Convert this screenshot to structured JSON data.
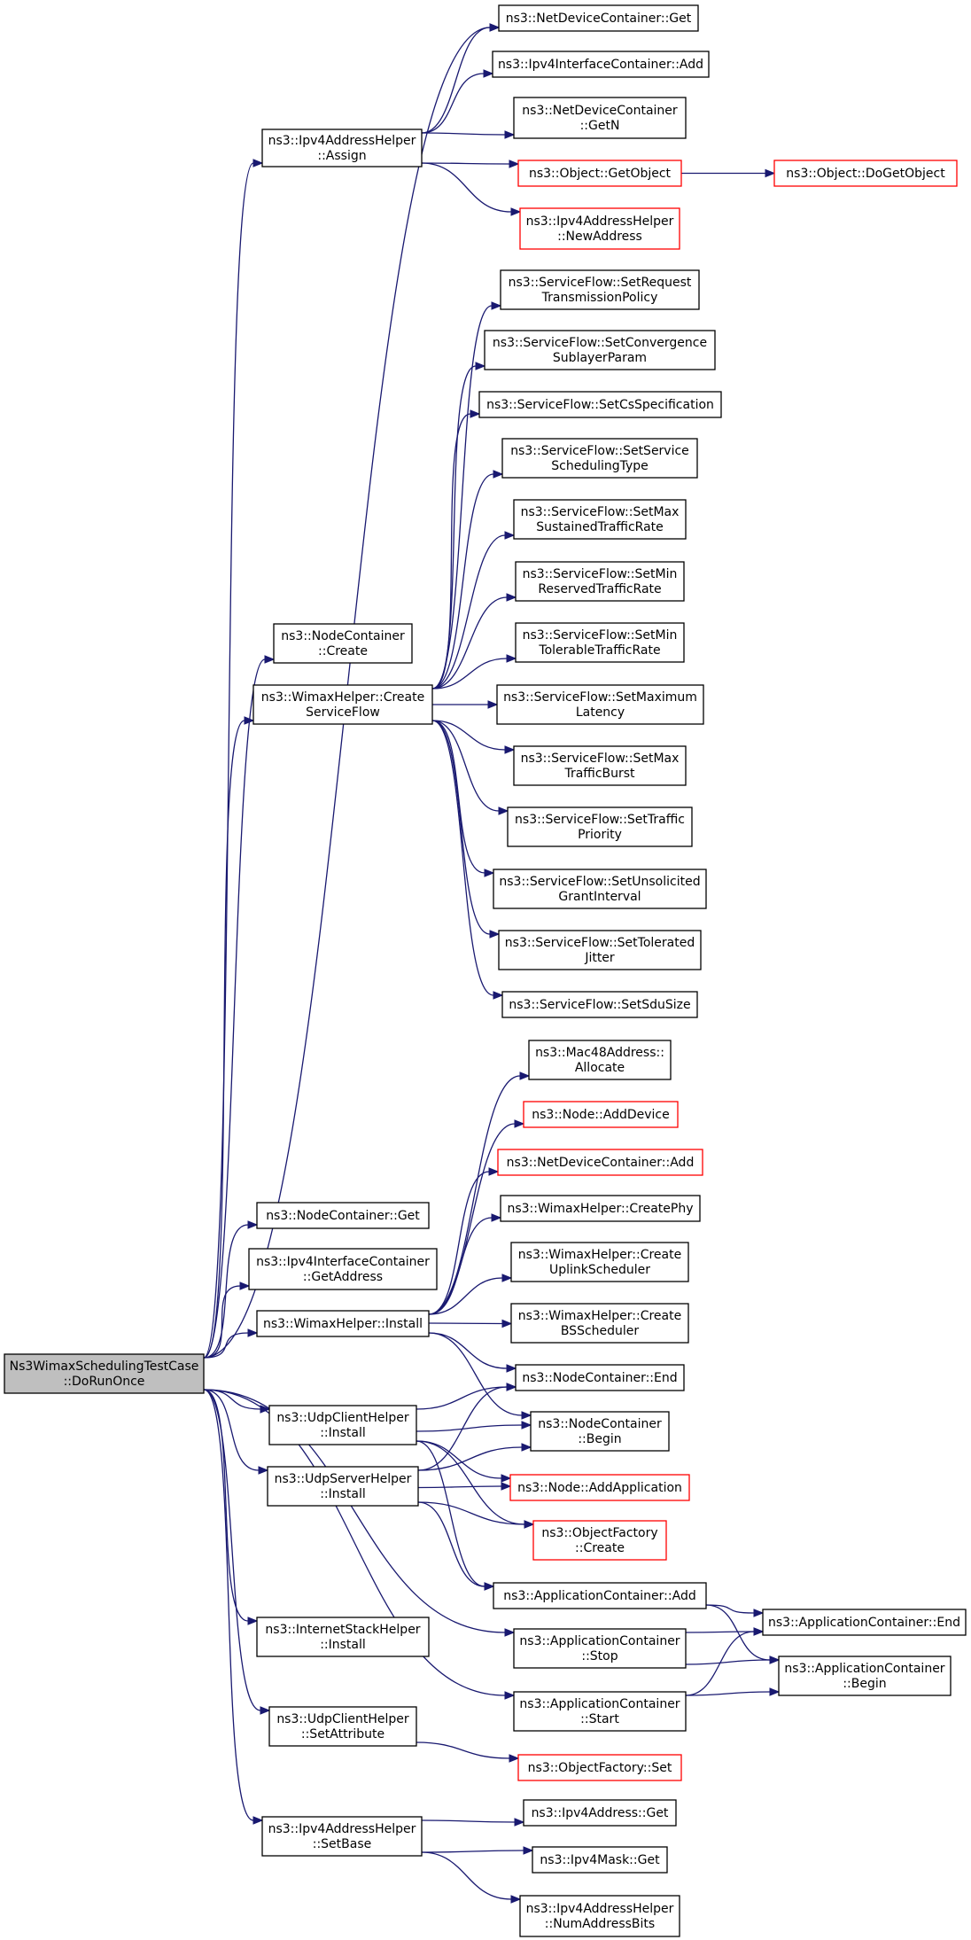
{
  "colors": {
    "edge": "#191970",
    "root_fill": "#bfbfbf",
    "red_border": "#ff0000",
    "black_border": "#000000"
  },
  "nodes": [
    {
      "id": "root",
      "lines": [
        "Ns3WimaxSchedulingTestCase",
        "::DoRunOnce"
      ],
      "style": "root"
    },
    {
      "id": "ndc_get",
      "lines": [
        "ns3::NetDeviceContainer::Get"
      ],
      "style": "normal"
    },
    {
      "id": "ipv4ic_add",
      "lines": [
        "ns3::Ipv4InterfaceContainer::Add"
      ],
      "style": "normal"
    },
    {
      "id": "ndc_getn",
      "lines": [
        "ns3::NetDeviceContainer",
        "::GetN"
      ],
      "style": "normal"
    },
    {
      "id": "obj_getobject",
      "lines": [
        "ns3::Object::GetObject"
      ],
      "style": "red"
    },
    {
      "id": "obj_dogetobject",
      "lines": [
        "ns3::Object::DoGetObject"
      ],
      "style": "red"
    },
    {
      "id": "ipv4ah_newaddress",
      "lines": [
        "ns3::Ipv4AddressHelper",
        "::NewAddress"
      ],
      "style": "red"
    },
    {
      "id": "ipv4ah_assign",
      "lines": [
        "ns3::Ipv4AddressHelper",
        "::Assign"
      ],
      "style": "normal"
    },
    {
      "id": "sf_setrequest",
      "lines": [
        "ns3::ServiceFlow::SetRequest",
        "TransmissionPolicy"
      ],
      "style": "normal"
    },
    {
      "id": "sf_setconvergence",
      "lines": [
        "ns3::ServiceFlow::SetConvergence",
        "SublayerParam"
      ],
      "style": "normal"
    },
    {
      "id": "sf_setcsspec",
      "lines": [
        "ns3::ServiceFlow::SetCsSpecification"
      ],
      "style": "normal"
    },
    {
      "id": "sf_setservice",
      "lines": [
        "ns3::ServiceFlow::SetService",
        "SchedulingType"
      ],
      "style": "normal"
    },
    {
      "id": "sf_setmaxsustained",
      "lines": [
        "ns3::ServiceFlow::SetMax",
        "SustainedTrafficRate"
      ],
      "style": "normal"
    },
    {
      "id": "sf_setminreserved",
      "lines": [
        "ns3::ServiceFlow::SetMin",
        "ReservedTrafficRate"
      ],
      "style": "normal"
    },
    {
      "id": "sf_setmintolerable",
      "lines": [
        "ns3::ServiceFlow::SetMin",
        "TolerableTrafficRate"
      ],
      "style": "normal"
    },
    {
      "id": "sf_setmaxlatency",
      "lines": [
        "ns3::ServiceFlow::SetMaximum",
        "Latency"
      ],
      "style": "normal"
    },
    {
      "id": "sf_setmaxburst",
      "lines": [
        "ns3::ServiceFlow::SetMax",
        "TrafficBurst"
      ],
      "style": "normal"
    },
    {
      "id": "sf_settrafficpriority",
      "lines": [
        "ns3::ServiceFlow::SetTraffic",
        "Priority"
      ],
      "style": "normal"
    },
    {
      "id": "sf_setunsolicited",
      "lines": [
        "ns3::ServiceFlow::SetUnsolicited",
        "GrantInterval"
      ],
      "style": "normal"
    },
    {
      "id": "sf_settolerated",
      "lines": [
        "ns3::ServiceFlow::SetTolerated",
        "Jitter"
      ],
      "style": "normal"
    },
    {
      "id": "sf_setsdusize",
      "lines": [
        "ns3::ServiceFlow::SetSduSize"
      ],
      "style": "normal"
    },
    {
      "id": "nc_create",
      "lines": [
        "ns3::NodeContainer",
        "::Create"
      ],
      "style": "normal"
    },
    {
      "id": "wh_createserviceflow",
      "lines": [
        "ns3::WimaxHelper::Create",
        "ServiceFlow"
      ],
      "style": "normal"
    },
    {
      "id": "mac48_allocate",
      "lines": [
        "ns3::Mac48Address::",
        "Allocate"
      ],
      "style": "normal"
    },
    {
      "id": "node_adddevice",
      "lines": [
        "ns3::Node::AddDevice"
      ],
      "style": "red"
    },
    {
      "id": "ndc_add",
      "lines": [
        "ns3::NetDeviceContainer::Add"
      ],
      "style": "red"
    },
    {
      "id": "wh_createphy",
      "lines": [
        "ns3::WimaxHelper::CreatePhy"
      ],
      "style": "normal"
    },
    {
      "id": "wh_createuplink",
      "lines": [
        "ns3::WimaxHelper::Create",
        "UplinkScheduler"
      ],
      "style": "normal"
    },
    {
      "id": "wh_createbs",
      "lines": [
        "ns3::WimaxHelper::Create",
        "BSScheduler"
      ],
      "style": "normal"
    },
    {
      "id": "nc_get",
      "lines": [
        "ns3::NodeContainer::Get"
      ],
      "style": "normal"
    },
    {
      "id": "ipv4ic_getaddress",
      "lines": [
        "ns3::Ipv4InterfaceContainer",
        "::GetAddress"
      ],
      "style": "normal"
    },
    {
      "id": "wh_install",
      "lines": [
        "ns3::WimaxHelper::Install"
      ],
      "style": "normal"
    },
    {
      "id": "nc_end",
      "lines": [
        "ns3::NodeContainer::End"
      ],
      "style": "normal"
    },
    {
      "id": "nc_begin",
      "lines": [
        "ns3::NodeContainer",
        "::Begin"
      ],
      "style": "normal"
    },
    {
      "id": "node_addapplication",
      "lines": [
        "ns3::Node::AddApplication"
      ],
      "style": "red"
    },
    {
      "id": "of_create",
      "lines": [
        "ns3::ObjectFactory",
        "::Create"
      ],
      "style": "red"
    },
    {
      "id": "uch_install",
      "lines": [
        "ns3::UdpClientHelper",
        "::Install"
      ],
      "style": "normal"
    },
    {
      "id": "ush_install",
      "lines": [
        "ns3::UdpServerHelper",
        "::Install"
      ],
      "style": "normal"
    },
    {
      "id": "ac_add",
      "lines": [
        "ns3::ApplicationContainer::Add"
      ],
      "style": "normal"
    },
    {
      "id": "ac_end",
      "lines": [
        "ns3::ApplicationContainer::End"
      ],
      "style": "normal"
    },
    {
      "id": "ac_begin",
      "lines": [
        "ns3::ApplicationContainer",
        "::Begin"
      ],
      "style": "normal"
    },
    {
      "id": "ac_stop",
      "lines": [
        "ns3::ApplicationContainer",
        "::Stop"
      ],
      "style": "normal"
    },
    {
      "id": "ac_start",
      "lines": [
        "ns3::ApplicationContainer",
        "::Start"
      ],
      "style": "normal"
    },
    {
      "id": "ish_install",
      "lines": [
        "ns3::InternetStackHelper",
        "::Install"
      ],
      "style": "normal"
    },
    {
      "id": "uch_setattribute",
      "lines": [
        "ns3::UdpClientHelper",
        "::SetAttribute"
      ],
      "style": "normal"
    },
    {
      "id": "of_set",
      "lines": [
        "ns3::ObjectFactory::Set"
      ],
      "style": "red"
    },
    {
      "id": "ipv4ah_setbase",
      "lines": [
        "ns3::Ipv4AddressHelper",
        "::SetBase"
      ],
      "style": "normal"
    },
    {
      "id": "ipv4address_get",
      "lines": [
        "ns3::Ipv4Address::Get"
      ],
      "style": "normal"
    },
    {
      "id": "ipv4mask_get",
      "lines": [
        "ns3::Ipv4Mask::Get"
      ],
      "style": "normal"
    },
    {
      "id": "ipv4ah_numaddressbits",
      "lines": [
        "ns3::Ipv4AddressHelper",
        "::NumAddressBits"
      ],
      "style": "normal"
    }
  ],
  "edges": [
    [
      "root",
      "ndc_get"
    ],
    [
      "root",
      "ipv4ah_assign"
    ],
    [
      "root",
      "nc_create"
    ],
    [
      "root",
      "wh_createserviceflow"
    ],
    [
      "root",
      "nc_get"
    ],
    [
      "root",
      "ipv4ic_getaddress"
    ],
    [
      "root",
      "wh_install"
    ],
    [
      "root",
      "uch_install"
    ],
    [
      "root",
      "ush_install"
    ],
    [
      "root",
      "ac_stop"
    ],
    [
      "root",
      "ac_start"
    ],
    [
      "root",
      "ish_install"
    ],
    [
      "root",
      "uch_setattribute"
    ],
    [
      "root",
      "ipv4ah_setbase"
    ],
    [
      "ipv4ah_assign",
      "ndc_get"
    ],
    [
      "ipv4ah_assign",
      "ipv4ic_add"
    ],
    [
      "ipv4ah_assign",
      "ndc_getn"
    ],
    [
      "ipv4ah_assign",
      "obj_getobject"
    ],
    [
      "ipv4ah_assign",
      "ipv4ah_newaddress"
    ],
    [
      "obj_getobject",
      "obj_dogetobject"
    ],
    [
      "wh_createserviceflow",
      "sf_setrequest"
    ],
    [
      "wh_createserviceflow",
      "sf_setconvergence"
    ],
    [
      "wh_createserviceflow",
      "sf_setcsspec"
    ],
    [
      "wh_createserviceflow",
      "sf_setservice"
    ],
    [
      "wh_createserviceflow",
      "sf_setmaxsustained"
    ],
    [
      "wh_createserviceflow",
      "sf_setminreserved"
    ],
    [
      "wh_createserviceflow",
      "sf_setmintolerable"
    ],
    [
      "wh_createserviceflow",
      "sf_setmaxlatency"
    ],
    [
      "wh_createserviceflow",
      "sf_setmaxburst"
    ],
    [
      "wh_createserviceflow",
      "sf_settrafficpriority"
    ],
    [
      "wh_createserviceflow",
      "sf_setunsolicited"
    ],
    [
      "wh_createserviceflow",
      "sf_settolerated"
    ],
    [
      "wh_createserviceflow",
      "sf_setsdusize"
    ],
    [
      "wh_install",
      "mac48_allocate"
    ],
    [
      "wh_install",
      "node_adddevice"
    ],
    [
      "wh_install",
      "ndc_add"
    ],
    [
      "wh_install",
      "wh_createphy"
    ],
    [
      "wh_install",
      "wh_createuplink"
    ],
    [
      "wh_install",
      "wh_createbs"
    ],
    [
      "wh_install",
      "nc_end"
    ],
    [
      "wh_install",
      "nc_begin"
    ],
    [
      "uch_install",
      "nc_end"
    ],
    [
      "uch_install",
      "nc_begin"
    ],
    [
      "uch_install",
      "node_addapplication"
    ],
    [
      "uch_install",
      "of_create"
    ],
    [
      "uch_install",
      "ac_add"
    ],
    [
      "ush_install",
      "nc_end"
    ],
    [
      "ush_install",
      "nc_begin"
    ],
    [
      "ush_install",
      "node_addapplication"
    ],
    [
      "ush_install",
      "of_create"
    ],
    [
      "ush_install",
      "ac_add"
    ],
    [
      "ac_add",
      "ac_end"
    ],
    [
      "ac_add",
      "ac_begin"
    ],
    [
      "ac_stop",
      "ac_end"
    ],
    [
      "ac_stop",
      "ac_begin"
    ],
    [
      "ac_start",
      "ac_end"
    ],
    [
      "ac_start",
      "ac_begin"
    ],
    [
      "uch_setattribute",
      "of_set"
    ],
    [
      "ipv4ah_setbase",
      "ipv4address_get"
    ],
    [
      "ipv4ah_setbase",
      "ipv4mask_get"
    ],
    [
      "ipv4ah_setbase",
      "ipv4ah_numaddressbits"
    ]
  ]
}
